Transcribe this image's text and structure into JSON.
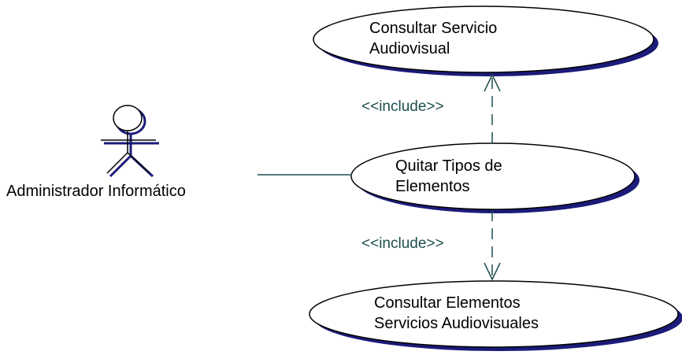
{
  "actor": {
    "name": "Administrador Informático"
  },
  "use_cases": {
    "consultar_servicio": [
      "Consultar Servicio",
      "Audiovisual"
    ],
    "quitar_tipos": [
      "Quitar Tipos de",
      "Elementos"
    ],
    "consultar_elementos": [
      "Consultar Elementos",
      "Servicios Audiovisuales"
    ]
  },
  "relations": {
    "include_top": "<<include>>",
    "include_bottom": "<<include>>"
  },
  "colors": {
    "shadow": "#1b1b7a",
    "stereotype": "#1f4f4f",
    "line": "#1f4f4f"
  }
}
